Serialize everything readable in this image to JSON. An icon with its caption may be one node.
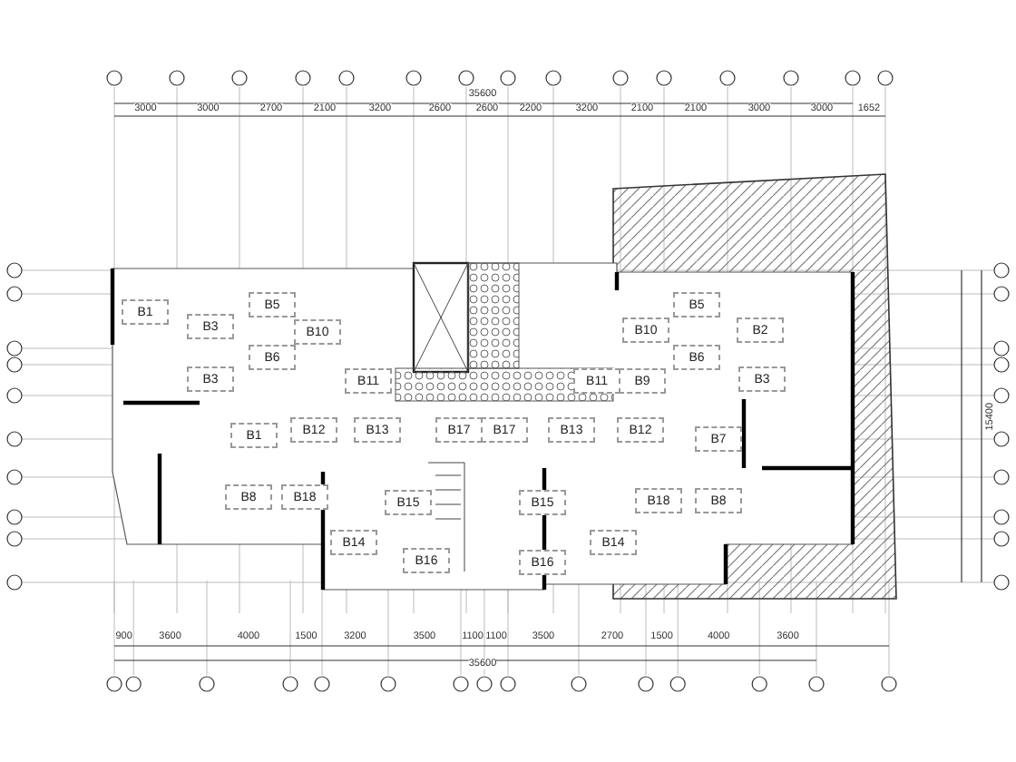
{
  "diagram": {
    "nodes": [
      {
        "text": [
          "B1"
        ]
      },
      {
        "text": [
          "B5"
        ]
      },
      {
        "text": [
          "B3"
        ]
      },
      {
        "text": [
          "B6"
        ]
      },
      {
        "text": [
          "B10"
        ]
      },
      {
        "text": [
          "B3"
        ]
      },
      {
        "text": [
          "B11"
        ]
      },
      {
        "text": [
          "B1"
        ]
      },
      {
        "text": [
          "B12"
        ]
      },
      {
        "text": [
          "B13"
        ]
      },
      {
        "text": [
          "B17"
        ]
      },
      {
        "text": [
          "B17"
        ]
      },
      {
        "text": [
          "B8"
        ]
      },
      {
        "text": [
          "B18"
        ]
      },
      {
        "text": [
          "B15"
        ]
      },
      {
        "text": [
          "B14"
        ]
      },
      {
        "text": [
          "B16"
        ]
      },
      {
        "text": [
          "B5"
        ]
      },
      {
        "text": [
          "B10"
        ]
      },
      {
        "text": [
          "B2"
        ]
      },
      {
        "text": [
          "B6"
        ]
      },
      {
        "text": [
          "B11"
        ]
      },
      {
        "text": [
          "B9"
        ]
      },
      {
        "text": [
          "B3"
        ]
      },
      {
        "text": [
          "B13"
        ]
      },
      {
        "text": [
          "B12"
        ]
      },
      {
        "text": [
          "B7"
        ]
      },
      {
        "text": [
          "B15"
        ]
      },
      {
        "text": [
          "B18"
        ]
      },
      {
        "text": [
          "B8"
        ]
      },
      {
        "text": [
          "B14"
        ]
      },
      {
        "text": [
          "B16"
        ]
      }
    ],
    "labels": [
      "35600",
      "3000",
      "3000",
      "2700",
      "2100",
      "3200",
      "2600",
      "2600",
      "2200",
      "3200",
      "2100",
      "2100",
      "3000",
      "3000",
      "1652",
      "900",
      "3600",
      "4000",
      "1500",
      "3200",
      "3500",
      "1100",
      "1100",
      "3500",
      "2700",
      "1500",
      "4000",
      "3600",
      "35600",
      "15400"
    ]
  }
}
